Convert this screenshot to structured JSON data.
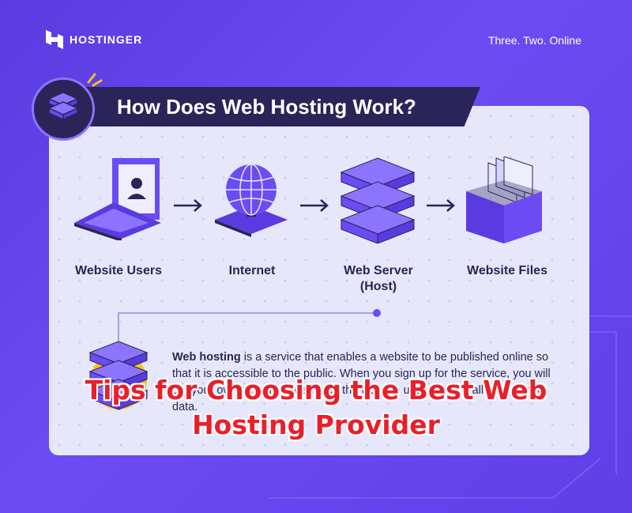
{
  "brand": {
    "name": "HOSTINGER",
    "tagline": "Three. Two. Online"
  },
  "title": "How Does Web Hosting Work?",
  "steps": [
    {
      "label": "Website Users",
      "icon": "laptop-user-icon"
    },
    {
      "label": "Internet",
      "icon": "globe-icon"
    },
    {
      "label": "Web Server (Host)",
      "icon": "server-icon"
    },
    {
      "label": "Website Files",
      "icon": "folder-files-icon"
    }
  ],
  "description": {
    "bold": "Web hosting",
    "text": " is a service that enables a website to be published online so that it is accessible to the public. When you sign up for the service, you will get your own server space which the website uses to store all its files and data."
  },
  "headline": "Tips for Choosing the Best Web Hosting Provider",
  "colors": {
    "background": "#5f3fe6",
    "card": "#e6e7fb",
    "dark": "#2b2459",
    "accent": "#6b4cf2",
    "headline": "#e8202a"
  }
}
